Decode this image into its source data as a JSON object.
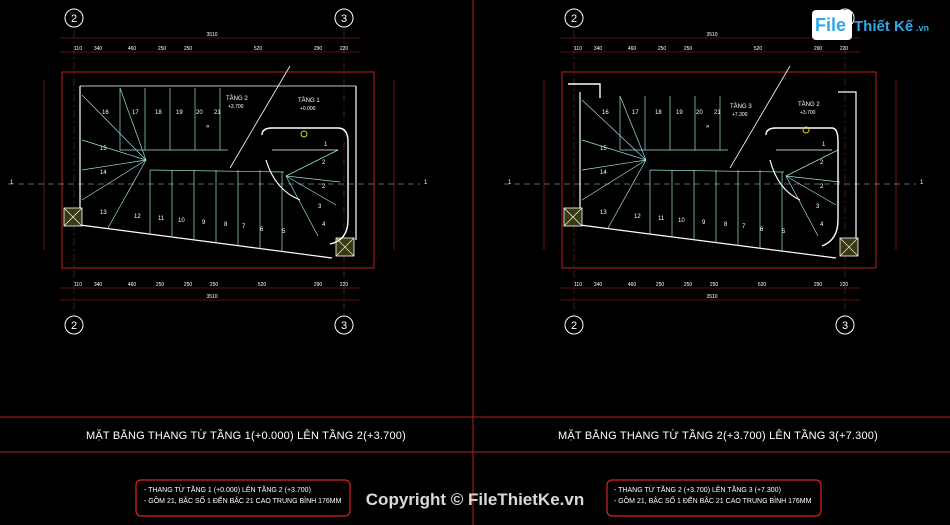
{
  "drawing": {
    "left_plan": {
      "title": "MẶT BẰNG THANG TỪ TẦNG 1(+0.000) LÊN TẦNG 2(+3.700)",
      "note_line1": "- THANG TỪ TẦNG 1 (+0.000) LÊN TẦNG 2 (+3.700)",
      "note_line2": "- GỒM 21, BẬC SỐ 1 ĐẾN BẬC 21 CAO TRUNG BÌNH 176MM",
      "label_a": "TẦNG 2",
      "label_a_level": "+3.700",
      "label_b": "TẦNG 1",
      "label_b_level": "+0.000",
      "overall_dim": "3510",
      "top_dims": [
        "110",
        "340",
        "460",
        "250",
        "250",
        "520",
        "290",
        "220"
      ],
      "bottom_dims": [
        "110",
        "340",
        "460",
        "250",
        "250",
        "250",
        "520",
        "290",
        "220"
      ]
    },
    "right_plan": {
      "title": "MẶT BẰNG THANG TỪ TẦNG 2(+3.700) LÊN TẦNG 3(+7.300)",
      "note_line1": "- THANG TỪ TẦNG 2 (+3.700) LÊN TẦNG 3 (+7.300)",
      "note_line2": "- GỒM 21, BẬC SỐ 1 ĐẾN BẬC 21 CAO TRUNG BÌNH 176MM",
      "label_a": "TẦNG 3",
      "label_a_level": "+7.300",
      "label_b": "TẦNG 2",
      "label_b_level": "+3.700",
      "overall_dim": "3510",
      "top_dims": [
        "110",
        "340",
        "460",
        "250",
        "250",
        "520",
        "290",
        "220"
      ],
      "bottom_dims": [
        "110",
        "340",
        "460",
        "250",
        "250",
        "250",
        "520",
        "290",
        "220"
      ]
    },
    "grid_labels": [
      "2",
      "3"
    ],
    "section_label": "1",
    "left_steps_upper": [
      "16",
      "17",
      "18",
      "19",
      "20",
      "21"
    ],
    "left_steps_lower": [
      "12",
      "11",
      "10",
      "9",
      "8",
      "7",
      "6",
      "5"
    ],
    "left_steps_left": [
      "15",
      "14",
      "13"
    ],
    "right_steps_side": [
      "1",
      "2",
      "2",
      "3",
      "4"
    ]
  },
  "watermark": {
    "logo_file": "File",
    "logo_rest": "Thiết Kế",
    "logo_domain": ".vn",
    "copyright": "Copyright © FileThietKe.vn"
  }
}
